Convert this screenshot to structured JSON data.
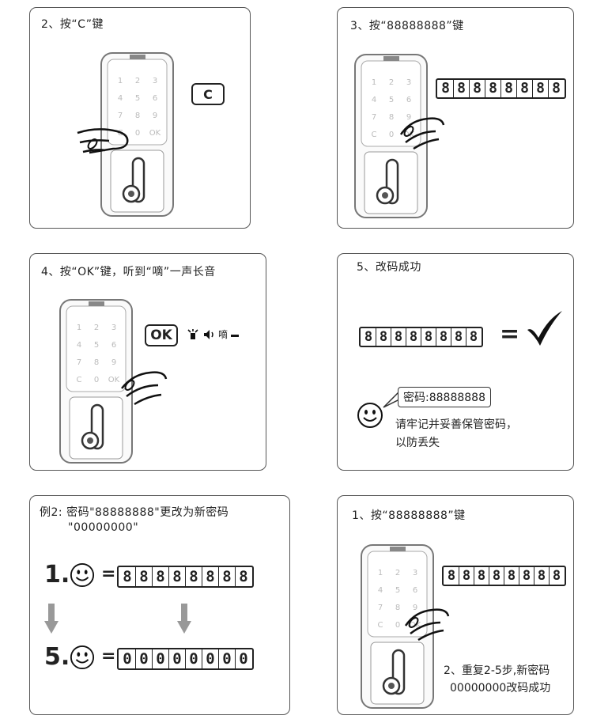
{
  "panels": {
    "p2": {
      "title": "2、按“C”键",
      "key": "C"
    },
    "p3": {
      "title": "3、按“88888888”键",
      "digits": "88888888"
    },
    "p4": {
      "title": "4、按“OK”键，听到“嘀”一声长音",
      "key": "OK",
      "beep": "嘀"
    },
    "p5": {
      "title": "5、改码成功",
      "digits": "88888888",
      "bubble": "密码:88888888",
      "note_line1": "请牢记并妥善保管密码，",
      "note_line2": "以防丢失"
    },
    "example": {
      "title_line1": "例2: 密码\"88888888\"更改为新密码",
      "title_line2": "\"00000000\"",
      "step1_label": "1.",
      "step1_digits": "88888888",
      "step5_label": "5.",
      "step5_digits": "00000000",
      "equals": "="
    },
    "p1": {
      "title": "1、按“88888888”键",
      "digits": "88888888",
      "note_line1": "2、重复2-5步,新密码",
      "note_line2": "00000000改码成功"
    }
  },
  "lock": {
    "keypad": [
      "1",
      "2",
      "3",
      "4",
      "5",
      "6",
      "7",
      "8",
      "9",
      "C",
      "0",
      "OK"
    ]
  }
}
